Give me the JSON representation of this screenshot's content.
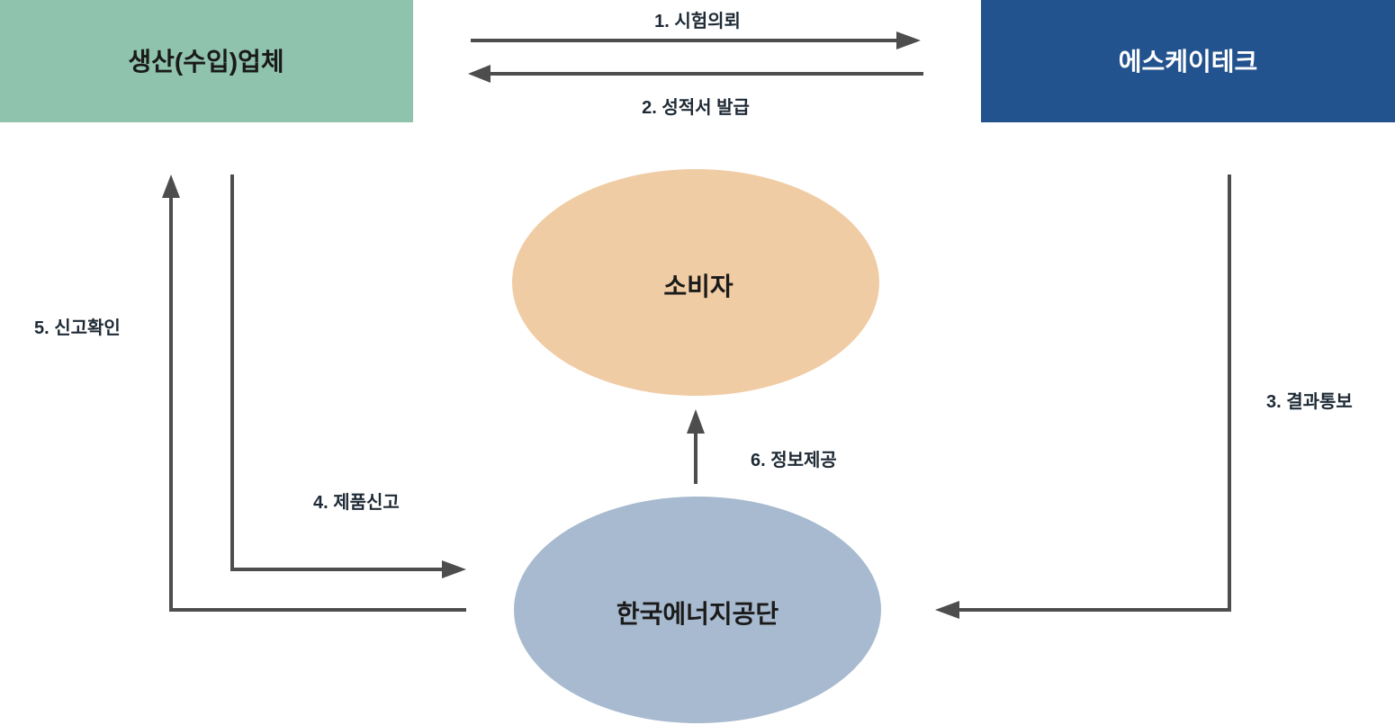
{
  "nodes": {
    "manufacturer": "생산(수입)업체",
    "sk_tech": "에스케이테크",
    "consumer": "소비자",
    "energy_agency": "한국에너지공단"
  },
  "flows": {
    "step1": "1. 시험의뢰",
    "step2": "2. 성적서 발급",
    "step3": "3. 결과통보",
    "step4": "4. 제품신고",
    "step5": "5. 신고확인",
    "step6": "6. 정보제공"
  },
  "colors": {
    "manufacturer": "#8fc3ad",
    "sk_tech": "#23538f",
    "consumer": "#f0cca4",
    "energy_agency": "#a8bacf",
    "arrow": "#4d4d4d"
  }
}
